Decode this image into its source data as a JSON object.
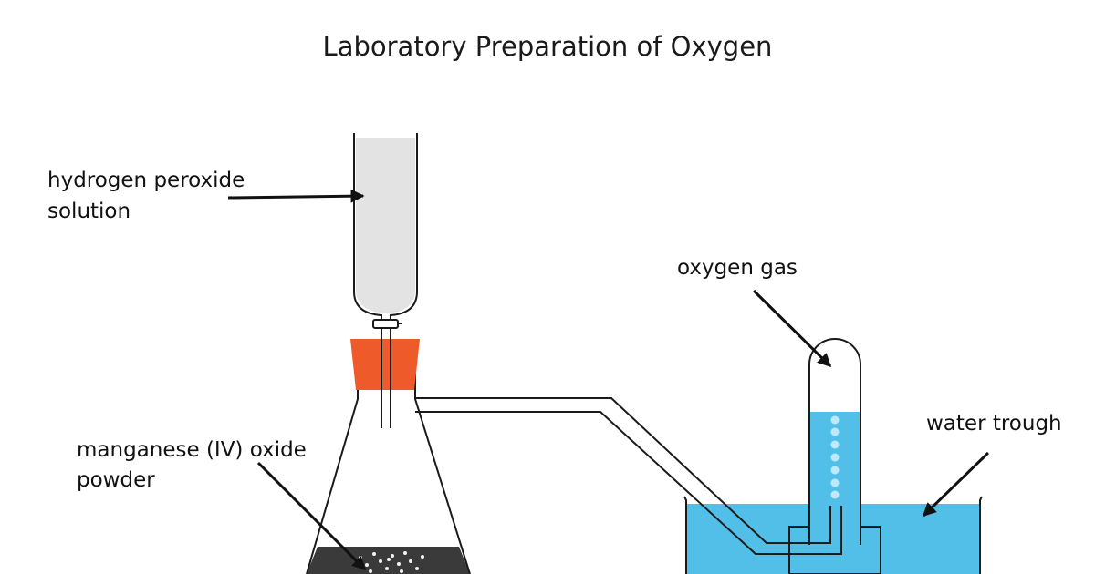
{
  "title": "Laboratory Preparation of Oxygen",
  "labels": {
    "peroxide_line1": "hydrogen peroxide",
    "peroxide_line2": "solution",
    "oxygen_gas": "oxygen gas",
    "water_trough": "water trough",
    "mno2_line1": "manganese (IV) oxide",
    "mno2_line2": "powder"
  },
  "colors": {
    "stopper": "#ef5a2a",
    "water": "#52bfe8",
    "bubbles": "#bfe8fa",
    "funnel_liquid": "#e3e3e3",
    "powder": "#3a3a3a",
    "outline": "#1a1a1a"
  }
}
